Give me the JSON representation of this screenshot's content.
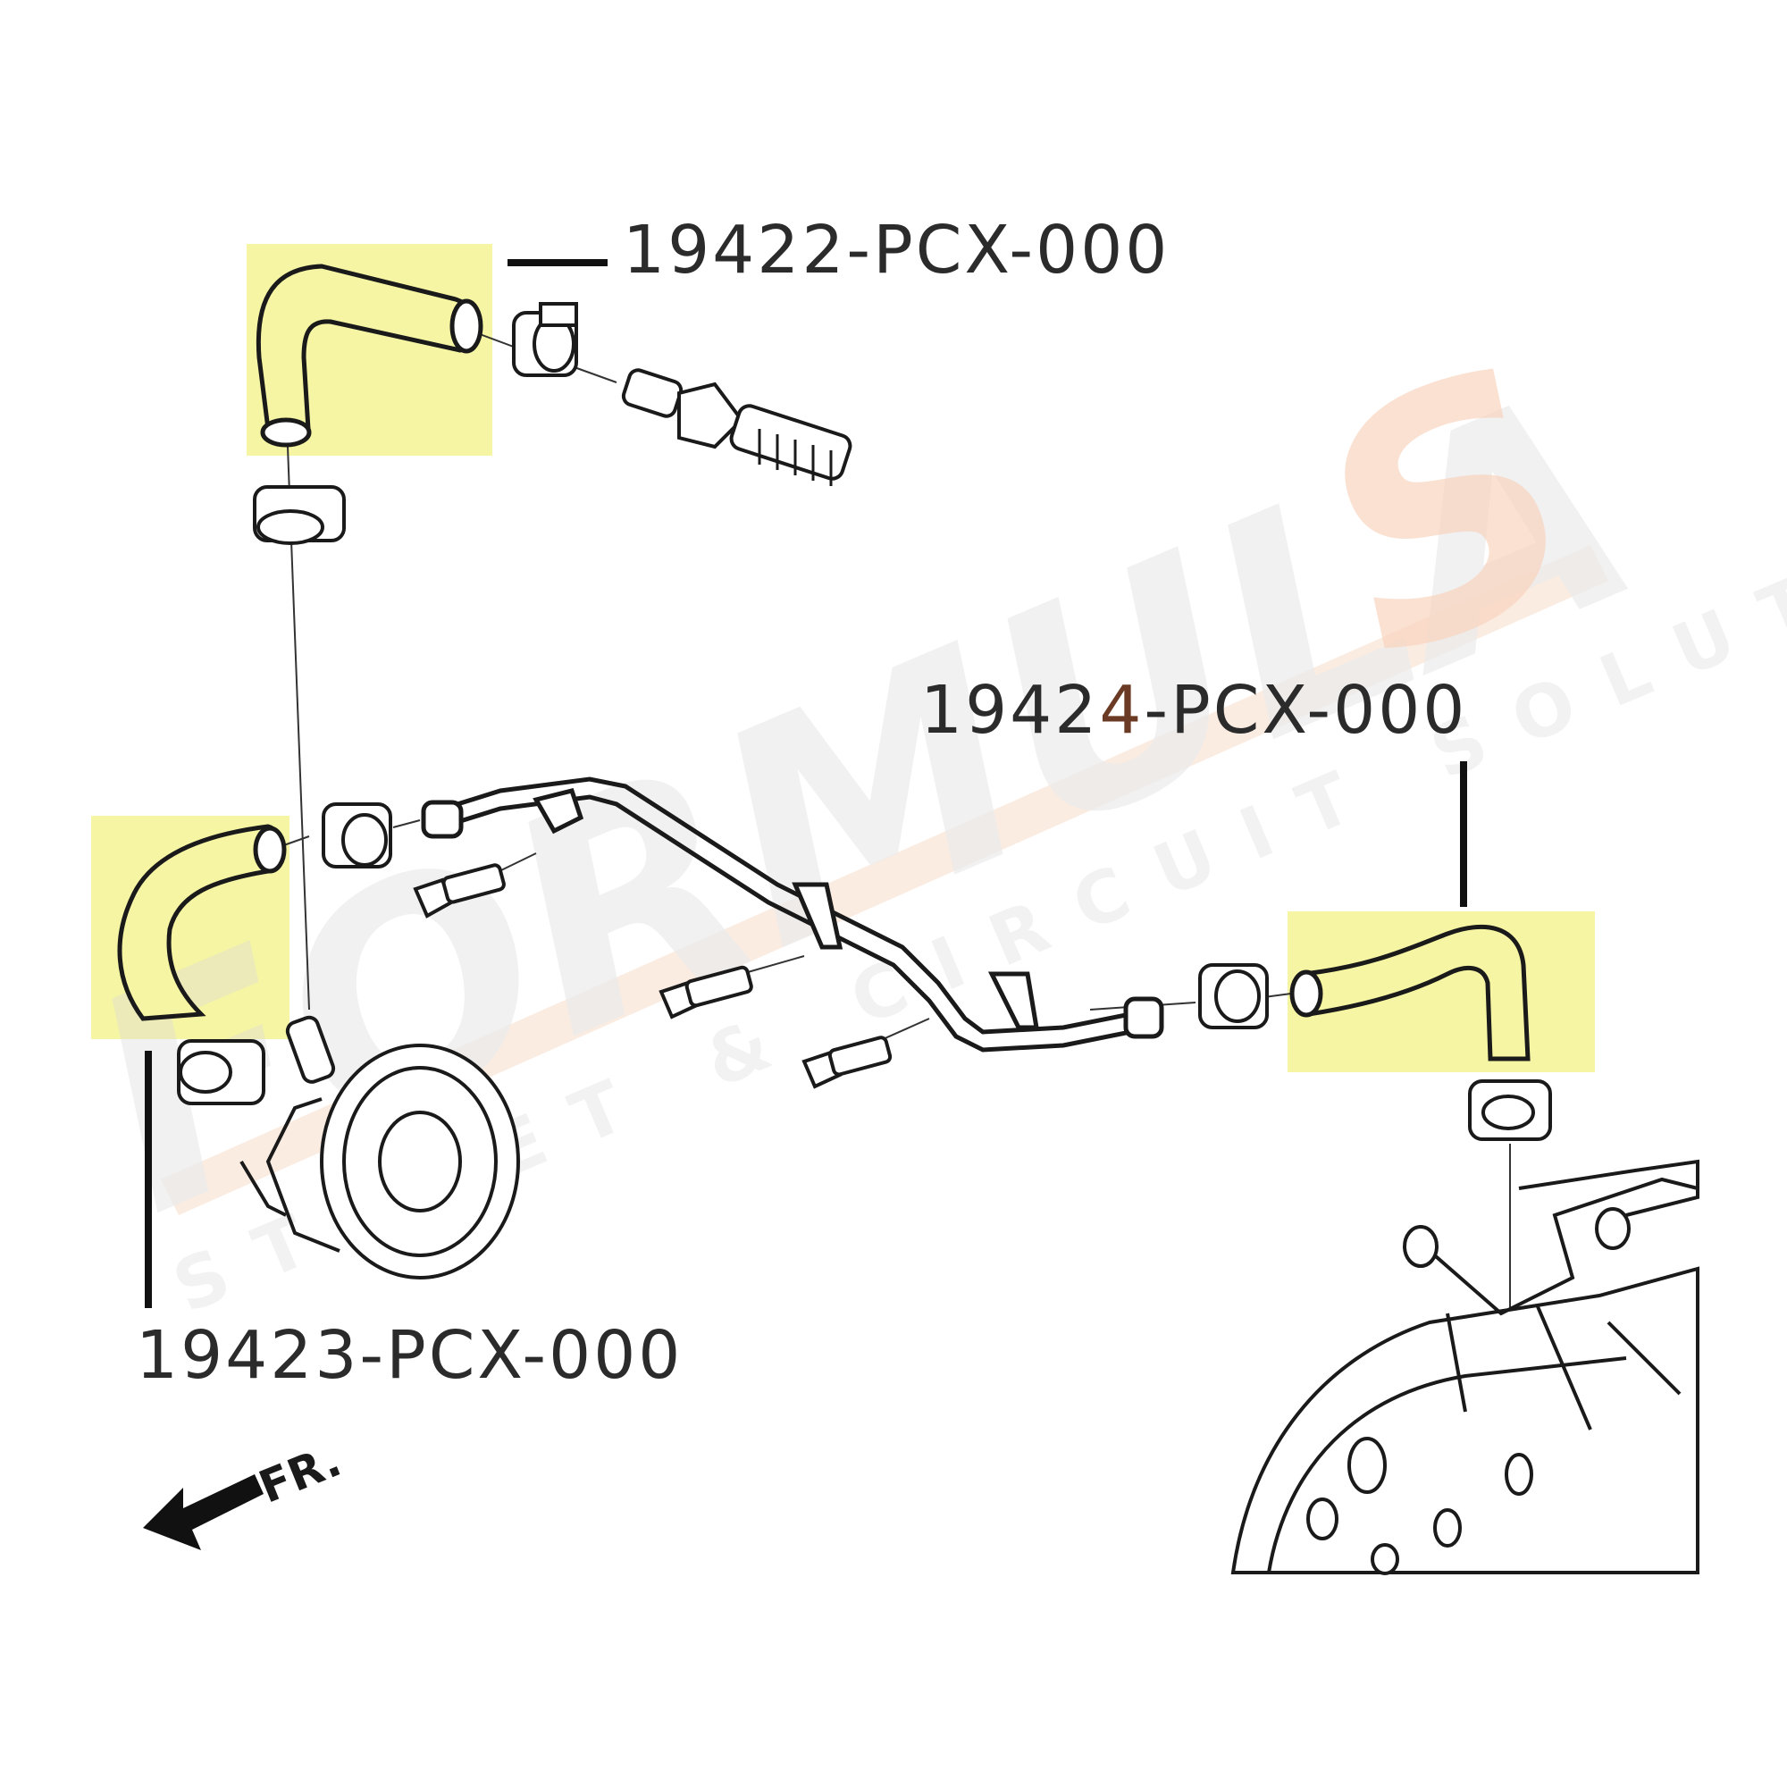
{
  "parts": {
    "upper_hose": {
      "part_number": "19422-PCX-000"
    },
    "left_hose": {
      "part_number": "19423-PCX-000"
    },
    "right_hose": {
      "part_number": "19424-PCX-000",
      "part_number_prefix": "1942",
      "part_number_accent": "4",
      "part_number_suffix": "-PCX-000"
    }
  },
  "direction_indicator": {
    "label": "FR."
  },
  "watermark": {
    "brand": "FORMULA S",
    "tagline": "STREET & CIRCUIT SOLUTIONS"
  },
  "colors": {
    "highlight": "#f6f5a4",
    "line": "#1a1a1a",
    "watermark_gray": "#d8d8d8",
    "watermark_orange": "#f4b08a"
  }
}
